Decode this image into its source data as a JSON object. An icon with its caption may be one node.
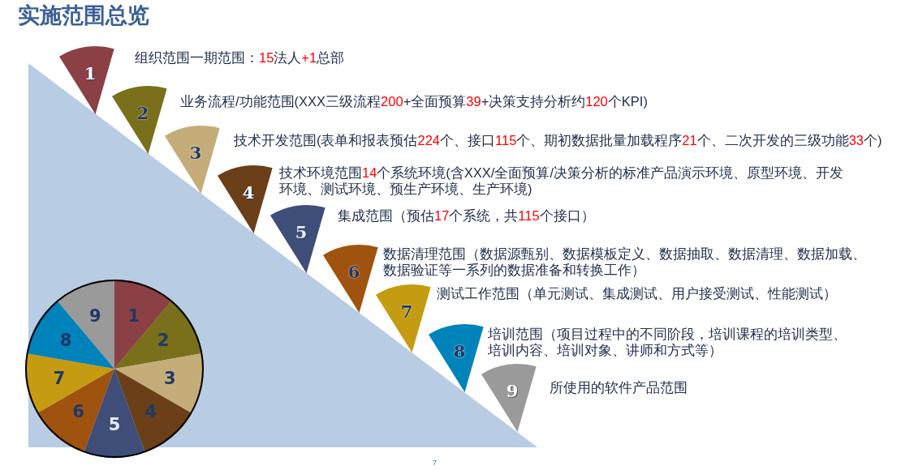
{
  "diagram": {
    "title": "实施范围总览",
    "nodes": [
      {
        "text": [
          "1"
        ],
        "beside": [
          "组织范围一期范围：15法人+1总部"
        ]
      },
      {
        "text": [
          "2"
        ],
        "beside": [
          "业务流程/功能范围(XXX三级流程200+全面预算39+决策支持分析约120个KPI)"
        ]
      },
      {
        "text": [
          "3"
        ],
        "beside": [
          "技术开发范围(表单和报表预估224个、接口115个、期初数据批量加载程序21个、二次开发的三级功能33个)"
        ]
      },
      {
        "text": [
          "4"
        ],
        "beside": [
          "技术环境范围14个系统环境(含XXX/全面预算/决策分析的标准产品演示环境、原型环境、开发环境、测试环境、预生产环境、生产环境)"
        ]
      },
      {
        "text": [
          "5"
        ],
        "beside": [
          "集成范围（预估17个系统，共115个接口）"
        ]
      },
      {
        "text": [
          "6"
        ],
        "beside": [
          "数据清理范围（数据源甄别、数据模板定义、数据抽取、数据清理、数据加载、数据验证等一系列的数据准备和转换工作）"
        ]
      },
      {
        "text": [
          "7"
        ],
        "beside": [
          "测试工作范围（单元测试、集成测试、用户接受测试、性能测试）"
        ]
      },
      {
        "text": [
          "8"
        ],
        "beside": [
          "培训范围（项目过程中的不同阶段，培训课程的培训类型、培训内容、培训对象、讲师和方式等）"
        ]
      },
      {
        "text": [
          "9"
        ],
        "beside": [
          "所使用的软件产品范围"
        ]
      }
    ],
    "labels": [
      "7"
    ],
    "chart_data": {
      "type": "pie",
      "categories": [
        "1",
        "2",
        "3",
        "4",
        "5",
        "6",
        "7",
        "8",
        "9"
      ],
      "values": [
        1,
        1,
        1,
        1,
        1,
        1,
        1,
        1,
        1
      ]
    }
  }
}
